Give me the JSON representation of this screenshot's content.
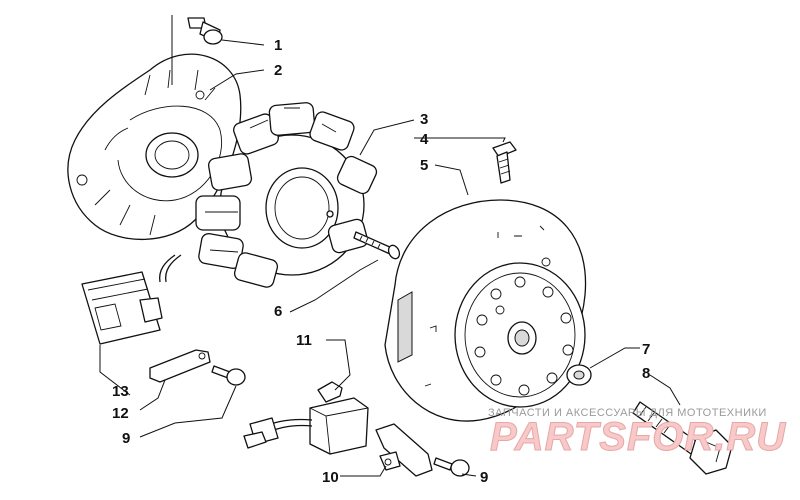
{
  "callouts": {
    "c1": "1",
    "c2": "2",
    "c3": "3",
    "c4": "4",
    "c5": "5",
    "c6": "6",
    "c7": "7",
    "c8": "8",
    "c9a": "9",
    "c9b": "9",
    "c10": "10",
    "c11": "11",
    "c12": "12",
    "c13": "13"
  },
  "watermark": {
    "tagline": "ЗАПЧАСТИ И АКСЕССУАРЫ ДЛЯ МОТОТЕХНИКИ",
    "brand": "PARTSFOR.RU"
  },
  "colors": {
    "line": "#111111",
    "watermark_text": "#9a9a9a",
    "watermark_brand": "#f7c9c9"
  }
}
